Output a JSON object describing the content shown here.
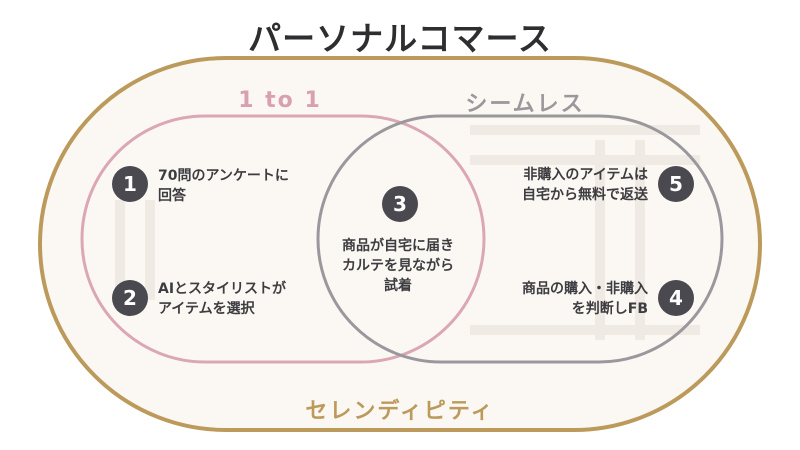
{
  "title": "パーソナルコマース",
  "circles": {
    "left_label": "1 to 1",
    "right_label": "シームレス",
    "outer_label": "セレンディピティ"
  },
  "steps": [
    {
      "number": "1",
      "line1": "70問のアンケートに",
      "line2": "回答"
    },
    {
      "number": "2",
      "line1": "AIとスタイリストが",
      "line2": "アイテムを選択"
    },
    {
      "number": "3",
      "line1": "商品が自宅に届き",
      "line2": "カルテを見ながら",
      "line3": "試着"
    },
    {
      "number": "4",
      "line1": "商品の購入・非購入",
      "line2": "を判断しFB"
    },
    {
      "number": "5",
      "line1": "非購入のアイテムは",
      "line2": "自宅から無料で返送"
    }
  ],
  "colors": {
    "outer_ring": "#bc9a5c",
    "left_ring": "#dba7b5",
    "right_ring": "#9a989d",
    "badge": "#4a4950"
  }
}
